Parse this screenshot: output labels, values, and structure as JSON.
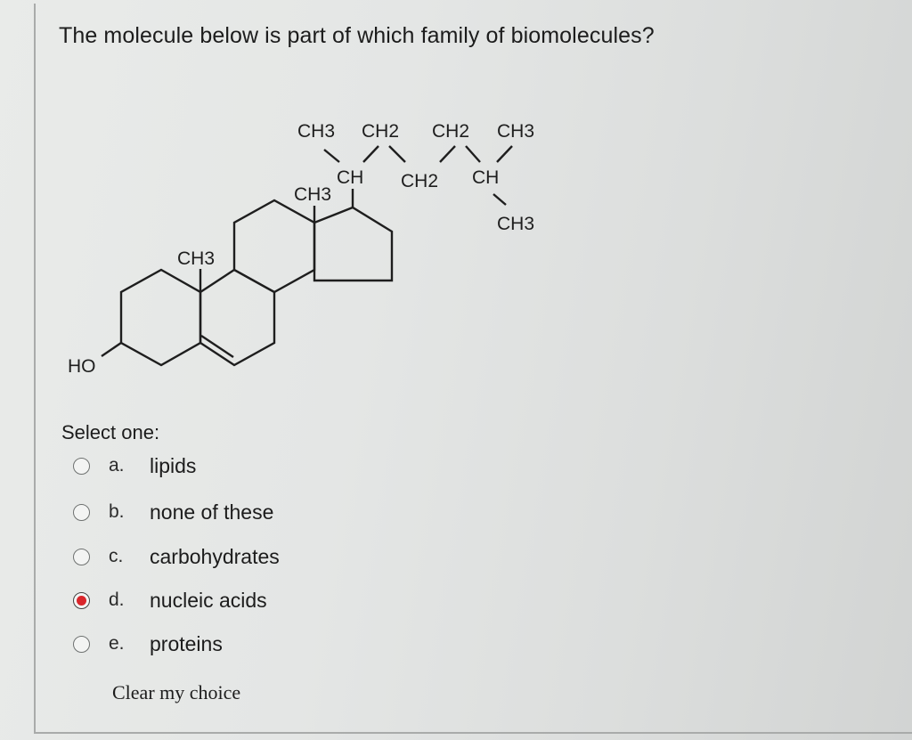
{
  "question": {
    "text": "The molecule below is part of which family of biomolecules?"
  },
  "molecule": {
    "labels": {
      "ch3_a": "CH3",
      "ch2_a": "CH2",
      "ch2_b": "CH2",
      "ch3_b": "CH3",
      "ch_a": "CH",
      "ch2_c": "CH2",
      "ch_b": "CH",
      "ch3_c": "CH3",
      "ch3_d": "CH3",
      "ch3_e": "CH3",
      "ho": "HO"
    }
  },
  "answer": {
    "select_label": "Select one:",
    "options": [
      {
        "letter": "a.",
        "text": "lipids",
        "selected": false
      },
      {
        "letter": "b.",
        "text": "none of these",
        "selected": false
      },
      {
        "letter": "c.",
        "text": "carbohydrates",
        "selected": false
      },
      {
        "letter": "d.",
        "text": "nucleic acids",
        "selected": true
      },
      {
        "letter": "e.",
        "text": "proteins",
        "selected": false
      }
    ],
    "clear_label": "Clear my choice"
  },
  "colors": {
    "selected_radio": "#d9262b",
    "text": "#1c1c1c"
  }
}
